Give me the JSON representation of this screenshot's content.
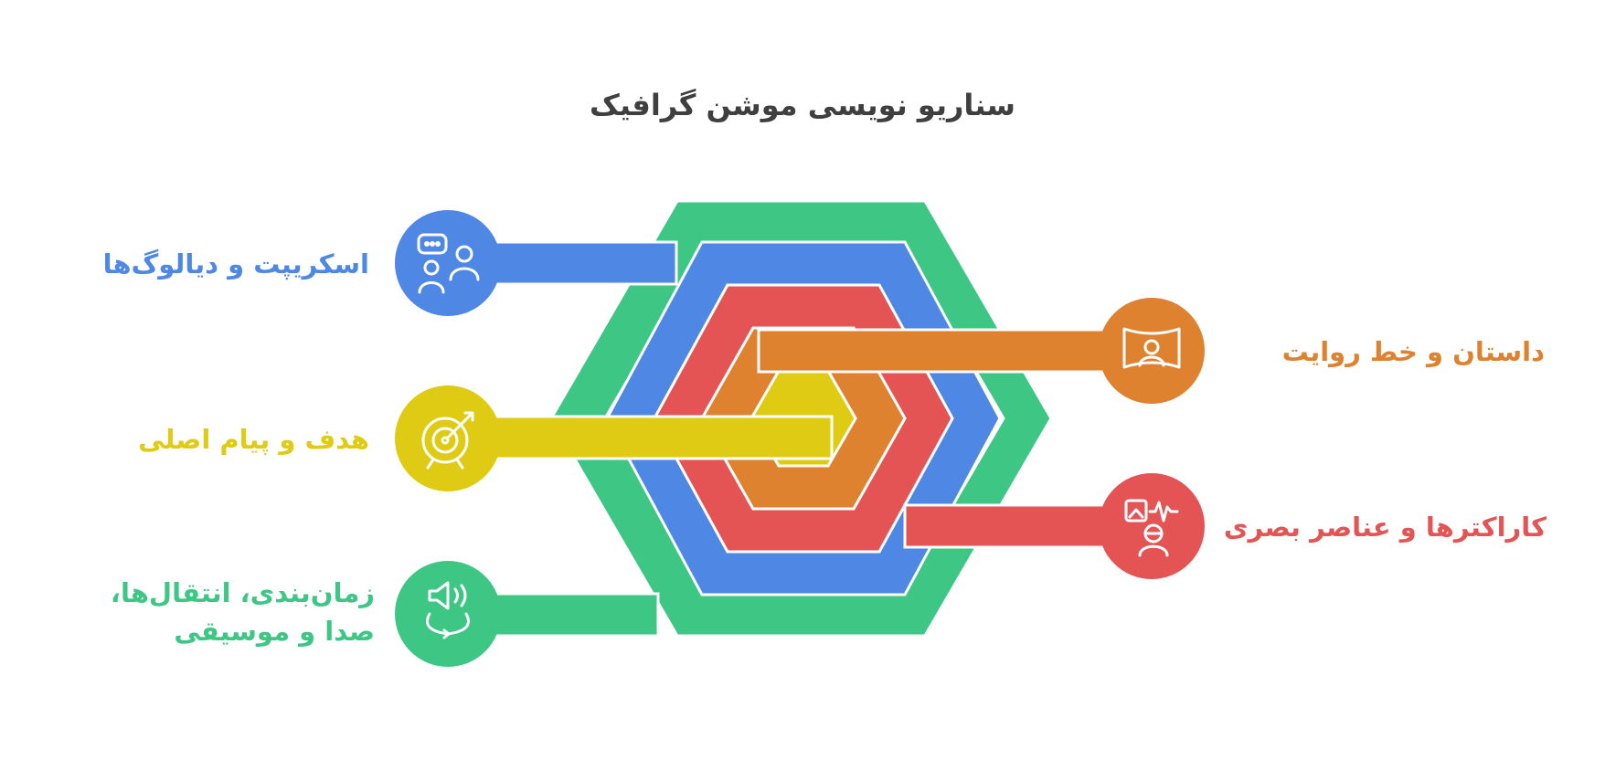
{
  "title": "سناریو نویسی موشن گرافیک",
  "colors": {
    "green": "#3ec684",
    "blue": "#4e87e4",
    "red": "#e55454",
    "orange": "#df8230",
    "yellow": "#dfcb13",
    "title": "#3f3f3f"
  },
  "items": [
    {
      "label": "اسکریپت و دیالوگ‌ها",
      "color": "#4e87e4",
      "icon": "chat-people-icon",
      "side": "left"
    },
    {
      "label": "هدف و پیام اصلی",
      "color": "#dfcb13",
      "icon": "target-arrow-icon",
      "side": "left"
    },
    {
      "label": "زمان‌بندی، انتقال‌ها، صدا و موسیقی",
      "color": "#3ec684",
      "icon": "speaker-cycle-icon",
      "side": "left"
    },
    {
      "label": "داستان و خط روایت",
      "color": "#df8230",
      "icon": "panorama-person-icon",
      "side": "right"
    },
    {
      "label": "کاراکترها و عناصر بصری",
      "color": "#e55454",
      "icon": "image-character-icon",
      "side": "right"
    }
  ]
}
